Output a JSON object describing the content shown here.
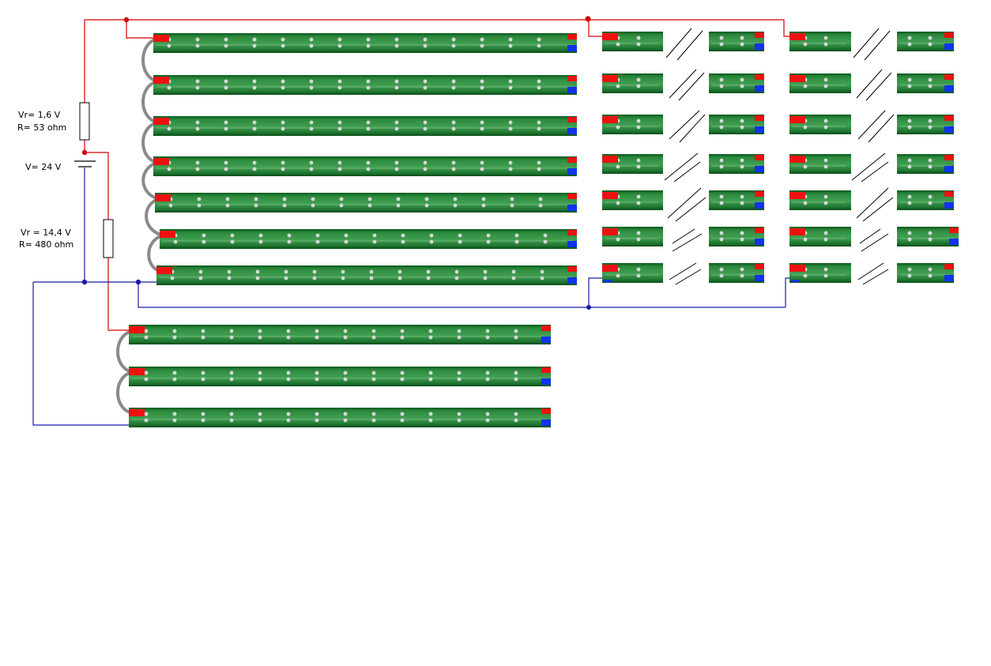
{
  "labels": {
    "r1_voltage": "Vr= 1,6 V",
    "r1_resistance": "R= 53 ohm",
    "supply_voltage": "V= 24 V",
    "r2_voltage": "Vr = 14,4 V",
    "r2_resistance": "R= 480 ohm"
  },
  "colors": {
    "positive_wire": "#d40000",
    "negative_wire": "#1a1aa8",
    "jumper_wire": "#808080",
    "strip_dark": "#0b5a1c",
    "strip_light": "#3d9a4c",
    "positive_pad": "#ee1111",
    "negative_pad": "#1133ee",
    "led": "#d8d8d8"
  }
}
